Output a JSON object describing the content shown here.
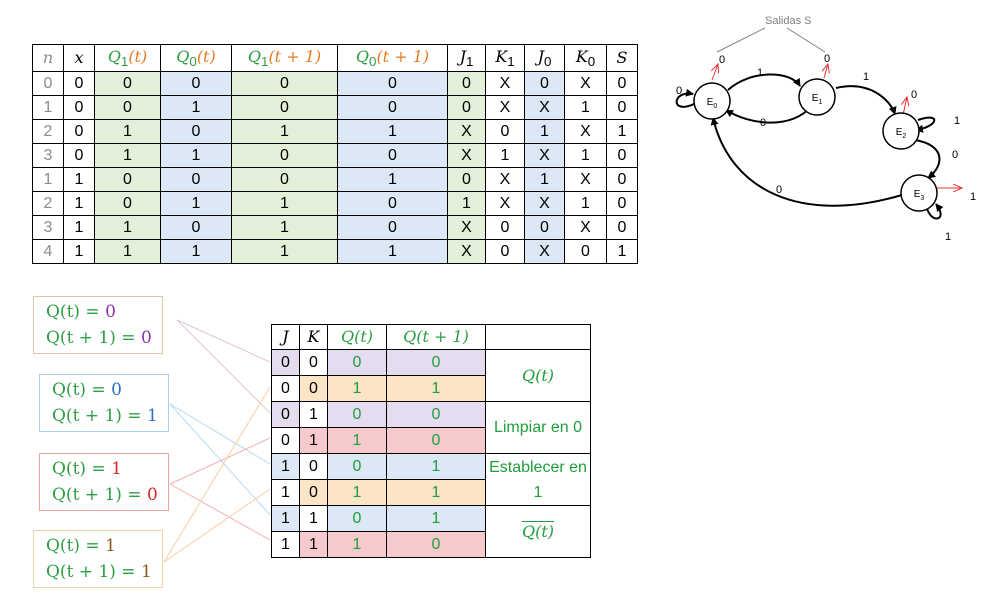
{
  "truth_table": {
    "headers": [
      {
        "base": "n",
        "sub": "",
        "suffix": ""
      },
      {
        "base": "x",
        "sub": "",
        "suffix": ""
      },
      {
        "base": "Q",
        "sub": "1",
        "suffix": "(t)"
      },
      {
        "base": "Q",
        "sub": "0",
        "suffix": "(t)"
      },
      {
        "base": "Q",
        "sub": "1",
        "suffix": "(t + 1)"
      },
      {
        "base": "Q",
        "sub": "0",
        "suffix": "(t + 1)"
      },
      {
        "base": "J",
        "sub": "1",
        "suffix": ""
      },
      {
        "base": "K",
        "sub": "1",
        "suffix": ""
      },
      {
        "base": "J",
        "sub": "0",
        "suffix": ""
      },
      {
        "base": "K",
        "sub": "0",
        "suffix": ""
      },
      {
        "base": "S",
        "sub": "",
        "suffix": ""
      }
    ],
    "rows": [
      [
        "0",
        "0",
        "0",
        "0",
        "0",
        "0",
        "0",
        "X",
        "0",
        "X",
        "0"
      ],
      [
        "1",
        "0",
        "0",
        "1",
        "0",
        "0",
        "0",
        "X",
        "X",
        "1",
        "0"
      ],
      [
        "2",
        "0",
        "1",
        "0",
        "1",
        "1",
        "X",
        "0",
        "1",
        "X",
        "1"
      ],
      [
        "3",
        "0",
        "1",
        "1",
        "0",
        "0",
        "X",
        "1",
        "X",
        "1",
        "0"
      ],
      [
        "1",
        "1",
        "0",
        "0",
        "0",
        "1",
        "0",
        "X",
        "1",
        "X",
        "0"
      ],
      [
        "2",
        "1",
        "0",
        "1",
        "1",
        "0",
        "1",
        "X",
        "X",
        "1",
        "0"
      ],
      [
        "3",
        "1",
        "1",
        "0",
        "1",
        "0",
        "X",
        "0",
        "0",
        "X",
        "0"
      ],
      [
        "4",
        "1",
        "1",
        "1",
        "1",
        "1",
        "X",
        "0",
        "X",
        "0",
        "1"
      ]
    ]
  },
  "transition_boxes": [
    {
      "line1": "Q(t) = 0",
      "line2": "Q(t + 1) = 0"
    },
    {
      "line1": "Q(t) = 0",
      "line2": "Q(t + 1) = 1"
    },
    {
      "line1": "Q(t) = 1",
      "line2": "Q(t + 1) = 0"
    },
    {
      "line1": "Q(t) = 1",
      "line2": "Q(t + 1) = 1"
    }
  ],
  "jk_table": {
    "headers": [
      "J",
      "K",
      "Q(t)",
      "Q(t + 1)"
    ],
    "rows": [
      [
        "0",
        "0",
        "0",
        "0"
      ],
      [
        "0",
        "0",
        "1",
        "1"
      ],
      [
        "0",
        "1",
        "0",
        "0"
      ],
      [
        "0",
        "1",
        "1",
        "0"
      ],
      [
        "1",
        "0",
        "0",
        "1"
      ],
      [
        "1",
        "0",
        "1",
        "1"
      ],
      [
        "1",
        "1",
        "0",
        "1"
      ],
      [
        "1",
        "1",
        "1",
        "0"
      ]
    ],
    "descriptions": [
      "Q(t)",
      "Limpiar en 0",
      "Establecer en 1",
      "Q(t)"
    ]
  },
  "state_diagram": {
    "outputs_label": "Salidas S",
    "states": [
      "E0",
      "E1",
      "E2",
      "E3"
    ],
    "state_outputs": [
      "0",
      "0",
      "0",
      "1"
    ],
    "transitions": [
      {
        "from": "E0",
        "to": "E0",
        "input": "0"
      },
      {
        "from": "E0",
        "to": "E1",
        "input": "1"
      },
      {
        "from": "E1",
        "to": "E0",
        "input": "0"
      },
      {
        "from": "E1",
        "to": "E2",
        "input": "1"
      },
      {
        "from": "E2",
        "to": "E2",
        "input": "1"
      },
      {
        "from": "E2",
        "to": "E3",
        "input": "0"
      },
      {
        "from": "E3",
        "to": "E3",
        "input": "1"
      },
      {
        "from": "E3",
        "to": "E0",
        "input": "0"
      }
    ]
  }
}
